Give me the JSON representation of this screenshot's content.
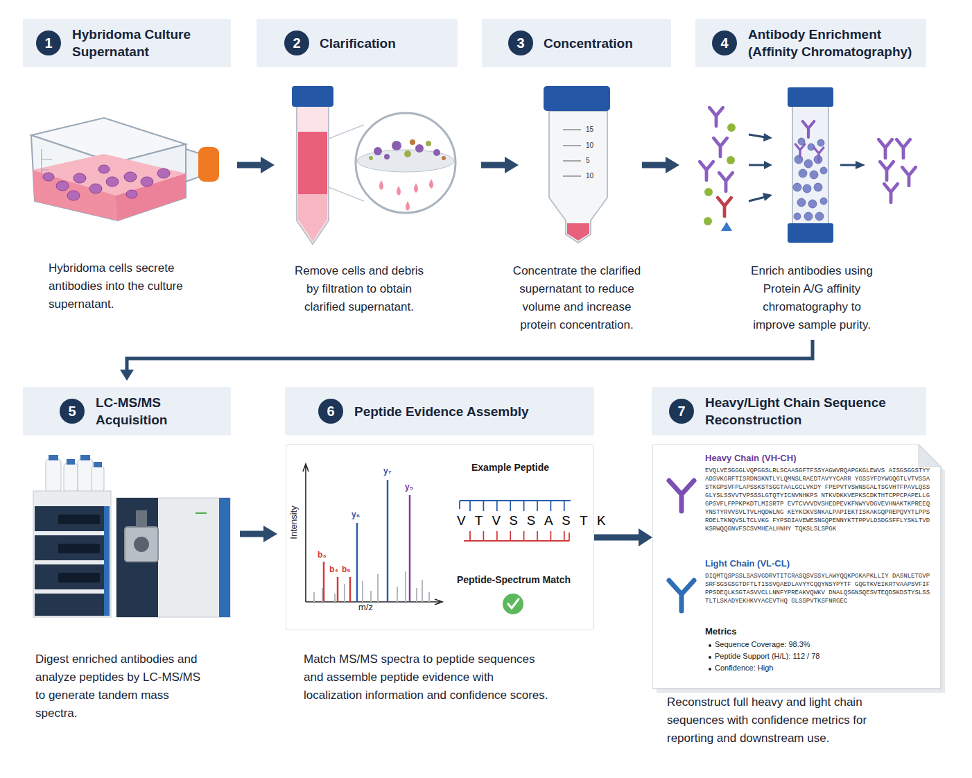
{
  "diagram": {
    "nodes": [
      {
        "text": [
          "Hybridoma Culture Supernatant"
        ]
      },
      {
        "text": [
          "1"
        ],
        "in": 0
      },
      {
        "text": [
          "Clarification"
        ]
      },
      {
        "text": [
          "2"
        ],
        "in": 2
      },
      {
        "text": [
          "Concentration"
        ]
      },
      {
        "text": [
          "3"
        ],
        "in": 4
      },
      {
        "text": [
          "Antibody Enrichment (Affinity Chromatography)"
        ]
      },
      {
        "text": [
          "4"
        ],
        "in": 6
      },
      {
        "text": [
          "LC-MS/MS Acquisition"
        ]
      },
      {
        "text": [
          "5"
        ],
        "in": 8
      },
      {
        "text": [
          "Peptide Evidence Assembly"
        ]
      },
      {
        "text": [
          "6"
        ],
        "in": 10
      },
      {
        "text": [
          "Heavy/Light Chain Sequence Reconstruction"
        ]
      },
      {
        "text": [
          "7"
        ],
        "in": 12
      },
      {
        "text": [
          "y₇",
          "y₅",
          "y₆",
          "b₃",
          "b₄",
          "b₅",
          "Intensity",
          "m/z",
          "Example Peptide",
          "V T V S S A S T K",
          "Peptide-Spectrum Match"
        ]
      },
      {
        "text": [
          "Heavy Chain (VH-CH)",
          "EVQLVESGGGLVQPGGSLRLSCAASGFTFSSYAGWVRQAPGKGLEWVS AISGSGGSTYYADSVKGRFTISRDNSKNTLYLQMNSLRAEDTAVYYCARR YGSSYFDYWGQGTLVTVSSASTKGPSVFPLAPSSKSTSGGTAALGCLVKDY FPEPVTVSWNSGALTSGVHTFPAVLQSSGLYSLSSVVTVPSSSLGTQTYICNVNHKPS NTKVDKKVEPKSCDKTHTCPPCPAPELLGGPSVFLFPPKPKDTLMISRTP EVTCVVVDVSHEDPEVKFNWYVDGVEVHNAKTKPREEQYNSTYRVVSVLTVLHQDWLNG KEYKCKVSNKALPAPIEKTISKAKGQPREPQVYTLPPSRDELTKNQVSLTCLVKG FYPSDIAVEWESNGQPENNYKTTPPVLDSDGSFFLYSKLTVDKSRWQQGNVFSCSVMHEALHNHY TQKSLSLSPGK",
          "Light Chain (VL-CL)",
          "DIQMTQSPSSLSASVGDRVTITCRASQSVSSYLAWYQQKPGKAPKLLIY DASNLETGVPSRFSGSGSGTDFTLTISSVQAEDLAVYYCQQYNSYPYTF GQGTKVEIKRTVAAPSVFIFPPSDEQLKSGTASVVCLLNNFYPREAKVQWKV DNALQSGNSQESVTEQDSKDSTYSLSSTLTLSKADYEKHKVYACEVTHQ GLSSPVTKSFNRGEC",
          "Metrics",
          "Sequence Coverage: 98.3%",
          "Peptide Support (H/L): 112 / 78",
          "Confidence: High"
        ]
      }
    ],
    "edges": [
      {
        "from": 14,
        "to": 15,
        "arrow": "to"
      }
    ],
    "labels": [
      "Hybridoma cells secrete antibodies into the culture supernatant.",
      "Remove cells and debris by filtration to obtain clarified supernatant.",
      "Concentrate the clarified supernatant to reduce volume and increase protein concentration.",
      "Enrich antibodies using Protein A/G affinity chromatography to improve sample purity.",
      "Digest enriched antibodies and analyze peptides by LC-MS/MS to generate tandem mass spectra.",
      "Match MS/MS spectra to peptide sequences and assemble peptide evidence with localization information and confidence scores.",
      "Reconstruct full heavy and light chain sequences with confidence metrics for reporting and downstream use.",
      "15",
      "10",
      "5",
      "10"
    ]
  }
}
